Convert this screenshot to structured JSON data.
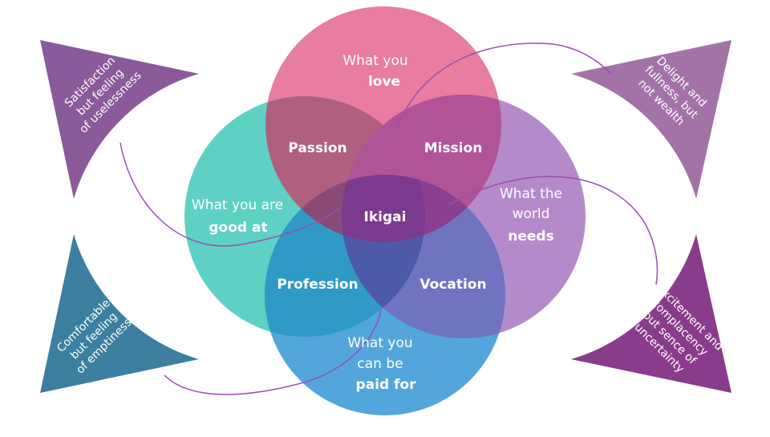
{
  "diagram": {
    "circles": {
      "love": {
        "line1": "What you",
        "line2": "love",
        "color": "#e87ca1"
      },
      "good": {
        "line1": "What you are",
        "line2": "good at",
        "color": "#5fd1c4"
      },
      "world": {
        "line1": "What the",
        "line2": "world",
        "line3": "needs",
        "color": "#b58acb"
      },
      "paid": {
        "line1": "What you",
        "line2": "can be",
        "line3": "paid for",
        "color": "#52a6db"
      }
    },
    "overlaps": {
      "passion": "Passion",
      "mission": "Mission",
      "profession": "Profession",
      "vocation": "Vocation",
      "center": "Ikigai"
    },
    "wedges": {
      "top_left": {
        "lines": [
          "Satisfaction",
          "but feeling",
          "of uselessness"
        ],
        "color": "#8a5a9a"
      },
      "top_right": {
        "lines": [
          "Delight and",
          "fullness, but",
          "not wealth"
        ],
        "color": "#a373a8"
      },
      "bottom_left": {
        "lines": [
          "Comfortable",
          "but feeling",
          "of emptiness"
        ],
        "color": "#3c7fa0"
      },
      "bottom_right": {
        "lines": [
          "Excitement and",
          "complacency",
          "but sence of",
          "uncertainty"
        ],
        "color": "#8a3c8c"
      }
    },
    "connector_color": "#9b4fb1"
  }
}
